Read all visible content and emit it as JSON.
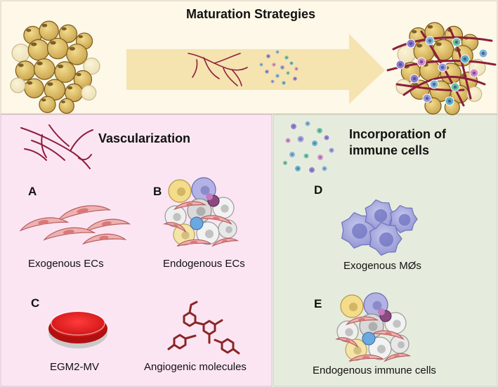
{
  "title": "Maturation Strategies",
  "panels": {
    "vascularization": {
      "heading": "Vascularization",
      "items": [
        {
          "letter": "A",
          "caption": "Exogenous ECs"
        },
        {
          "letter": "B",
          "caption": "Endogenous ECs"
        },
        {
          "letter": "C",
          "caption": "EGM2-MV"
        },
        {
          "letter": "",
          "caption": "Angiogenic molecules"
        }
      ]
    },
    "immune": {
      "heading_line1": "Incorporation of",
      "heading_line2": "immune cells",
      "items": [
        {
          "letter": "D",
          "caption": "Exogenous MØs"
        },
        {
          "letter": "E",
          "caption": "Endogenous immune cells"
        }
      ]
    }
  },
  "colors": {
    "top_bg": "#fdf8e8",
    "vasc_bg": "#fbe5f3",
    "immune_bg": "#e6ecdd",
    "adipocyte": "#e3c66e",
    "adipocyte_edge": "#7a5a1c",
    "vessel": "#8c1e3a",
    "ec": "#e9a7a7",
    "macrophage": "#a3a6d9",
    "arrow": "#f5e3b0",
    "dish_red": "#e01818",
    "molecule": "#8a2626"
  }
}
